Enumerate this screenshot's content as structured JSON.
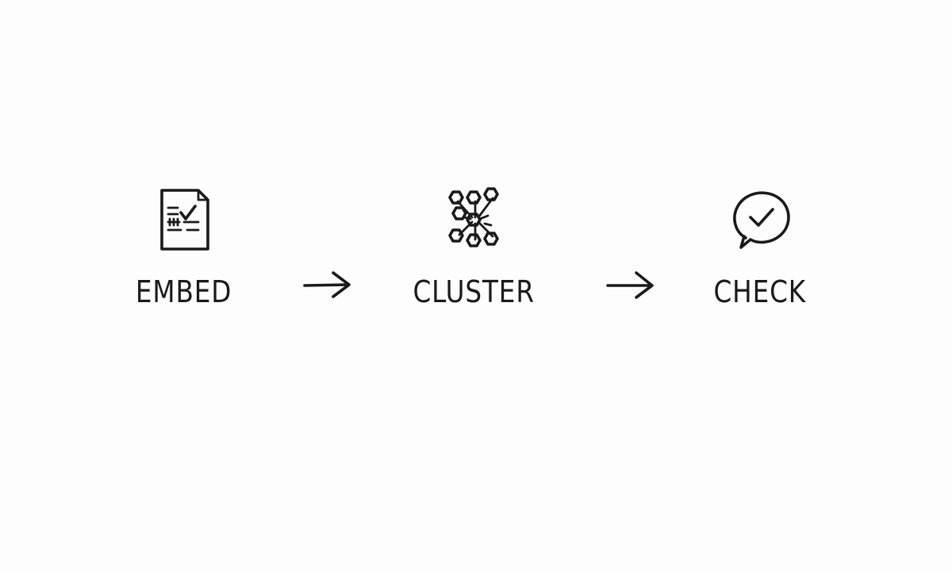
{
  "steps": [
    {
      "label": "EMBED",
      "icon": "document-check-icon"
    },
    {
      "label": "CLUSTER",
      "icon": "cluster-network-icon"
    },
    {
      "label": "CHECK",
      "icon": "chat-check-icon"
    }
  ],
  "connectors": [
    {
      "icon": "arrow-right-icon"
    },
    {
      "icon": "arrow-right-icon"
    }
  ],
  "colors": {
    "ink": "#1a1a1a",
    "background": "#fdfdfd"
  }
}
